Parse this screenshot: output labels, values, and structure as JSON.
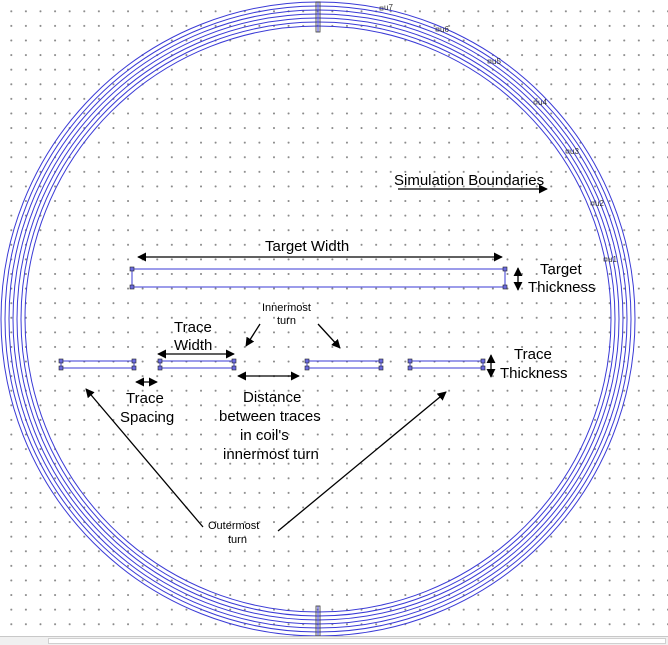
{
  "labels": {
    "simulation_boundaries": "Simulation Boundaries",
    "target_width": "Target Width",
    "target_thickness_1": "Target",
    "target_thickness_2": "Thickness",
    "innermost_turn_1": "Innermost",
    "innermost_turn_2": "turn",
    "trace_width_1": "Trace",
    "trace_width_2": "Width",
    "trace_thickness_1": "Trace",
    "trace_thickness_2": "Thickness",
    "trace_spacing_1": "Trace",
    "trace_spacing_2": "Spacing",
    "distance_1": "Distance",
    "distance_2": "between traces",
    "distance_3": "in coil's",
    "distance_4": "innermost turn",
    "outermost_turn_1": "Outermost",
    "outermost_turn_2": "turn"
  },
  "turn_labels": [
    "u1",
    "u2",
    "u3",
    "u4",
    "u5",
    "u6",
    "u7"
  ],
  "colors": {
    "coil": "#3a3ad6",
    "arrow": "#000000",
    "grid_dot": "#8a8a8a"
  }
}
